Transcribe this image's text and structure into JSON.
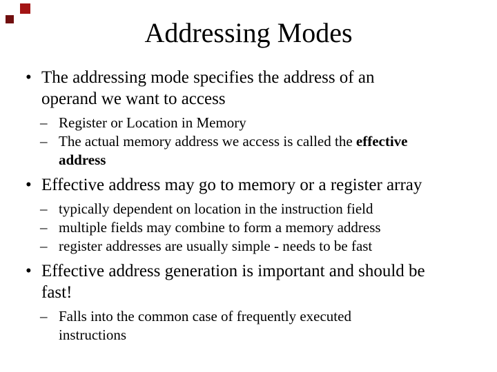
{
  "slide": {
    "title": "Addressing Modes",
    "background_color": "#ffffff",
    "text_color": "#000000",
    "decoration": {
      "square_large_color": "#a31414",
      "square_small_color": "#700f0f"
    },
    "bullet_char": "•",
    "sub_bullet_char": "–",
    "bullets": [
      {
        "level": 1,
        "lines": [
          [
            {
              "t": "The addressing mode specifies the address of an"
            }
          ],
          [
            {
              "t": "operand we want to access"
            }
          ]
        ]
      },
      {
        "level": 2,
        "lines": [
          [
            {
              "t": "Register or Location in Memory"
            }
          ]
        ]
      },
      {
        "level": 2,
        "lines": [
          [
            {
              "t": "The actual memory address we access is called the "
            },
            {
              "t": "effective",
              "bold": true
            }
          ],
          [
            {
              "t": "address",
              "bold": true
            }
          ]
        ]
      },
      {
        "level": 1,
        "lines": [
          [
            {
              "t": "Effective address may go to memory or a register array"
            }
          ]
        ]
      },
      {
        "level": 2,
        "lines": [
          [
            {
              "t": "typically dependent on location in the instruction field"
            }
          ]
        ]
      },
      {
        "level": 2,
        "lines": [
          [
            {
              "t": "multiple fields may combine to form a memory address"
            }
          ]
        ]
      },
      {
        "level": 2,
        "lines": [
          [
            {
              "t": "register addresses are usually simple - needs to be fast"
            }
          ]
        ]
      },
      {
        "level": 1,
        "lines": [
          [
            {
              "t": "Effective address generation is important and should be"
            }
          ],
          [
            {
              "t": "fast!"
            }
          ]
        ]
      },
      {
        "level": 2,
        "lines": [
          [
            {
              "t": "Falls into the common case of frequently executed"
            }
          ],
          [
            {
              "t": "instructions"
            }
          ]
        ]
      }
    ]
  }
}
